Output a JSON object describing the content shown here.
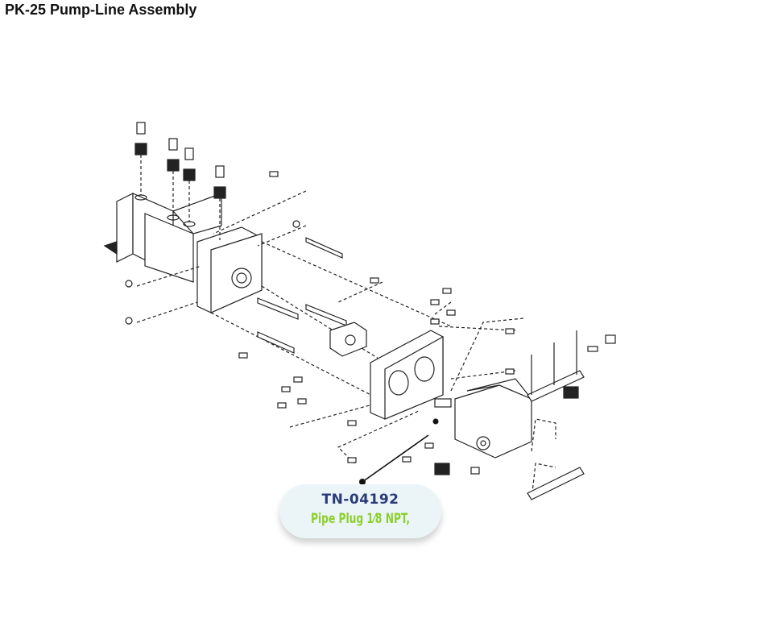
{
  "title": "PK-25 Pump-Line Assembly",
  "callout": {
    "part_number": "TN-04192",
    "description": "Pipe Plug 1⁄8 NPT,"
  },
  "colors": {
    "part_number": "#2b3a78",
    "description": "#8ccf2b",
    "callout_bg": "#ebf5f7"
  }
}
